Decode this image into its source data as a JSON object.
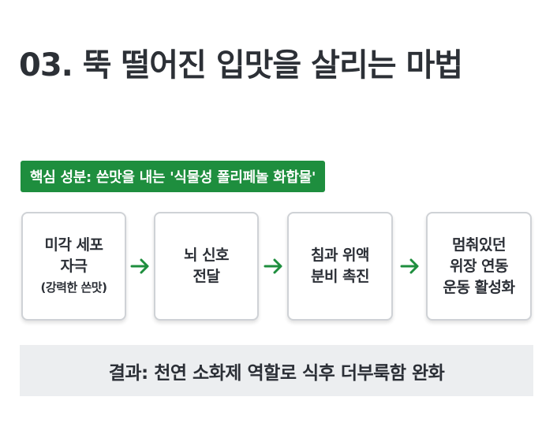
{
  "title": "03. 뚝 떨어진 입맛을 살리는 마법",
  "badge": {
    "text": "핵심 성분: 쓴맛을 내는 '식물성 폴리페놀 화합물'",
    "color": "#1e8e3e"
  },
  "steps": [
    {
      "lines": [
        "미각 세포",
        "자극",
        "(강력한 쓴맛)"
      ]
    },
    {
      "lines": [
        "뇌 신호",
        "전달"
      ]
    },
    {
      "lines": [
        "침과 위액",
        "분비 촉진"
      ]
    },
    {
      "lines": [
        "멈춰있던",
        "위장 연동",
        "운동 활성화"
      ]
    }
  ],
  "arrow": {
    "icon": "arrow-right-icon",
    "color": "#1e8e3e"
  },
  "result": {
    "text": "결과: 천연 소화제 역할로 식후 더부룩함 완화",
    "background": "#eceef0"
  }
}
